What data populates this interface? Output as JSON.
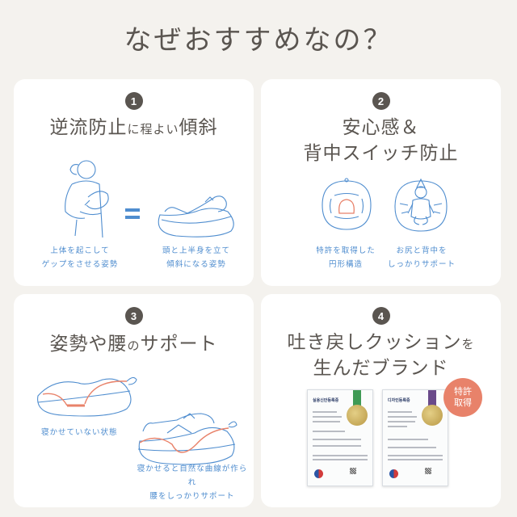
{
  "page": {
    "title": "なぜおすすめなの？",
    "background": "#f4f2ee",
    "text_color": "#5a5550",
    "accent_blue": "#4f8dcf",
    "accent_orange": "#e8826a"
  },
  "cards": [
    {
      "number": "1",
      "title_main": "逆流防止",
      "title_small": "に程よい",
      "title_end": "傾斜",
      "captions": [
        {
          "line1": "上体を起こして",
          "line2": "ゲップをさせる姿勢"
        },
        {
          "line1": "頭と上半身を立て",
          "line2": "傾斜になる姿勢"
        }
      ],
      "equals": "="
    },
    {
      "number": "2",
      "title_line1": "安心感＆",
      "title_line2": "背中スイッチ防止",
      "captions": [
        {
          "line1": "特許を取得した",
          "line2": "円形構造"
        },
        {
          "line1": "お尻と背中を",
          "line2": "しっかりサポート"
        }
      ]
    },
    {
      "number": "3",
      "title_main": "姿勢や腰",
      "title_small": "の",
      "title_end": "サポート",
      "captions": [
        {
          "line1": "寝かせていない状態"
        },
        {
          "line1": "寝かせると自然な曲線が作られ",
          "line2": "腰をしっかりサポート"
        }
      ]
    },
    {
      "number": "4",
      "title_line1_main": "吐き戻しクッション",
      "title_line1_small": "を",
      "title_line2": "生んだブランド",
      "badge": {
        "line1": "特許",
        "line2": "取得"
      },
      "certificates": [
        {
          "title": "실용신안등록증",
          "ribbon_color": "#3f9a55"
        },
        {
          "title": "디자인등록증",
          "ribbon_color": "#6a4a8a"
        }
      ]
    }
  ]
}
